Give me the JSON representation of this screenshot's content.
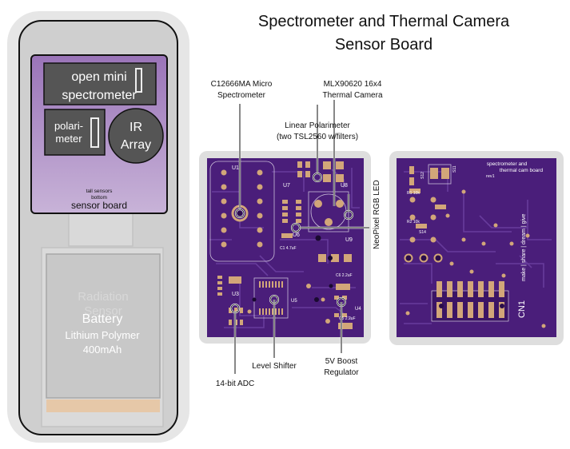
{
  "title": {
    "line1": "Spectrometer and Thermal Camera",
    "line2": "Sensor Board"
  },
  "device": {
    "spectrometer": {
      "line1": "open mini",
      "line2": "spectrometer"
    },
    "polarimeter": {
      "line1": "polari-",
      "line2": "meter"
    },
    "ir_array": {
      "line1": "IR",
      "line2": "Array"
    },
    "board_note": {
      "line1": "tall sensors",
      "line2": "bottom"
    },
    "board_label": "sensor board",
    "ghost_text": {
      "line1": "Radiation",
      "line2": "Sensor"
    },
    "battery": {
      "line1": "Battery",
      "line2": "Lithium Polymer",
      "line3": "400mAh"
    }
  },
  "callouts": {
    "micro_spectrometer": {
      "line1": "C12666MA Micro",
      "line2": "Spectrometer"
    },
    "thermal_camera": {
      "line1": "MLX90620 16x4",
      "line2": "Thermal Camera"
    },
    "polarimeter": {
      "line1": "Linear Polarimeter",
      "line2": "(two TSL2560 w/filters)"
    },
    "neopixel": "NeoPixel RGB LED",
    "adc": "14-bit ADC",
    "level_shifter": "Level Shifter",
    "boost": {
      "line1": "5V Boost",
      "line2": "Regulator"
    }
  },
  "pcb_front": {
    "silk": {
      "u1": "U1",
      "u7": "U7",
      "u8": "U8",
      "u6": "U6",
      "u9": "U9",
      "u3": "U3",
      "u5": "U5",
      "u4": "U4",
      "c1": "C1 4.7uF",
      "c6": "C6 2.2uF",
      "c5": "C5 2.2uF"
    }
  },
  "pcb_back": {
    "silk": {
      "title1": "spectrometer and",
      "title2": "thermal cam board",
      "rev": "rev1",
      "motto": "make | share | dream | give",
      "cn1": "CN1",
      "s12": "S12",
      "s11": "S11",
      "s14": "S14",
      "r1": "R1 10k",
      "r2": "R2 10k"
    }
  },
  "colors": {
    "pcb": "#4a1e7a",
    "pcb_dark": "#3a1563",
    "pad": "#d2a679",
    "board_purple": "#a98cc4",
    "device_gray": "#d6d6d6"
  }
}
